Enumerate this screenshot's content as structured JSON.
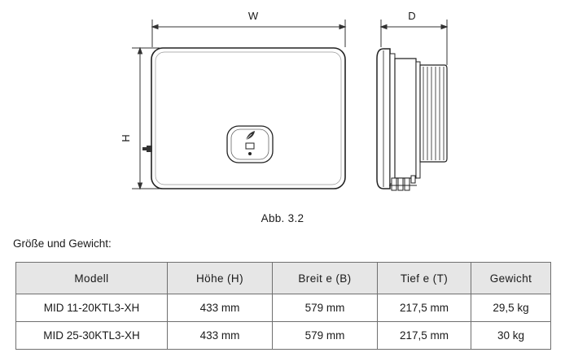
{
  "figure": {
    "label_width": "W",
    "label_height": "H",
    "label_depth": "D",
    "caption": "Abb. 3.2"
  },
  "section_label": "Größe und Gewicht:",
  "table": {
    "headers": [
      "Modell",
      "Höhe (H)",
      "Breit e (B)",
      "Tief e (T)",
      "Gewicht"
    ],
    "rows": [
      [
        "MID 11-20KTL3-XH",
        "433 mm",
        "579 mm",
        "217,5 mm",
        "29,5 kg"
      ],
      [
        "MID 25-30KTL3-XH",
        "433 mm",
        "579 mm",
        "217,5 mm",
        "30 kg"
      ]
    ]
  }
}
